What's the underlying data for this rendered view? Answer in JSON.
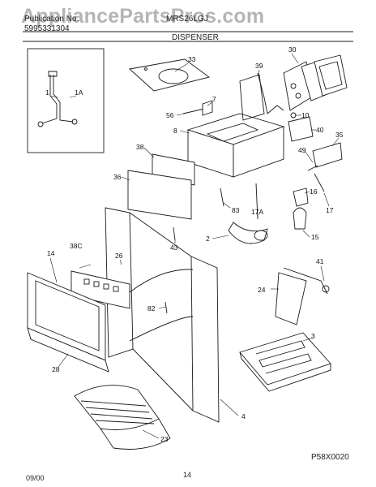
{
  "header": {
    "publication_label": "Publication No.",
    "publication_number": "5995331304",
    "model": "MRS26LGJ",
    "section": "DISPENSER"
  },
  "watermark": "AppliancePartsPros.com",
  "footer": {
    "date": "09/00",
    "page": "14",
    "diagram_code": "P58X0020"
  },
  "callouts": {
    "c1": "1",
    "c1a": "1A",
    "c33": "33",
    "c30": "30",
    "c39": "39",
    "c7": "7",
    "c56": "56",
    "c10": "10",
    "c8": "8",
    "c40": "40",
    "c35": "35",
    "c49": "49",
    "c38": "38",
    "c36": "36",
    "c16": "16",
    "c83": "83",
    "c17a": "17A",
    "c17": "17",
    "c2": "2",
    "c43": "43",
    "c15": "15",
    "c14": "14",
    "c38c": "38C",
    "c26": "26",
    "c41": "41",
    "c24": "24",
    "c82": "82",
    "c3": "3",
    "c28": "28",
    "c4": "4",
    "c23": "23"
  }
}
